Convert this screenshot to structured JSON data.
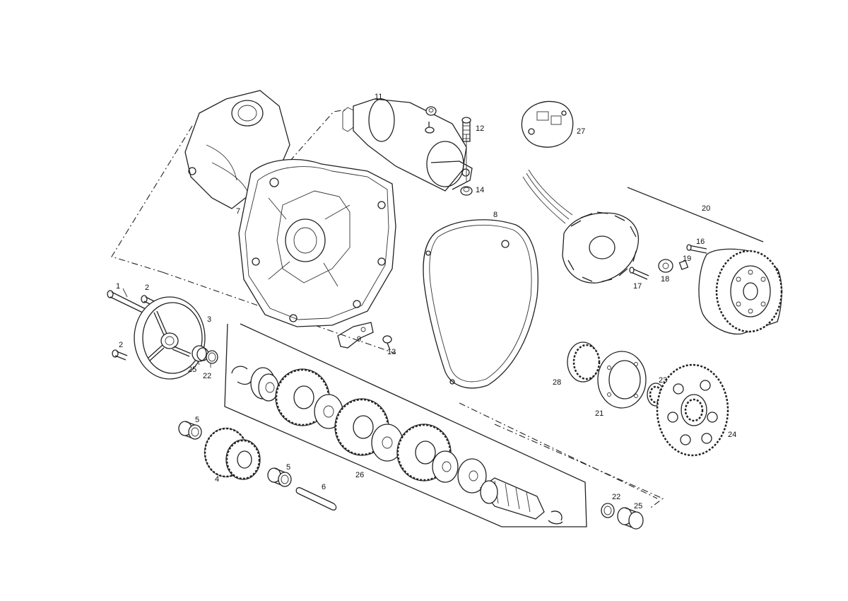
{
  "callouts": [
    "1",
    "2",
    "2",
    "3",
    "4",
    "5",
    "5",
    "6",
    "7",
    "8",
    "9",
    "11",
    "12",
    "13",
    "14",
    "16",
    "17",
    "18",
    "19",
    "20",
    "21",
    "22",
    "22",
    "23",
    "24",
    "25",
    "25",
    "26",
    "27",
    "28"
  ]
}
